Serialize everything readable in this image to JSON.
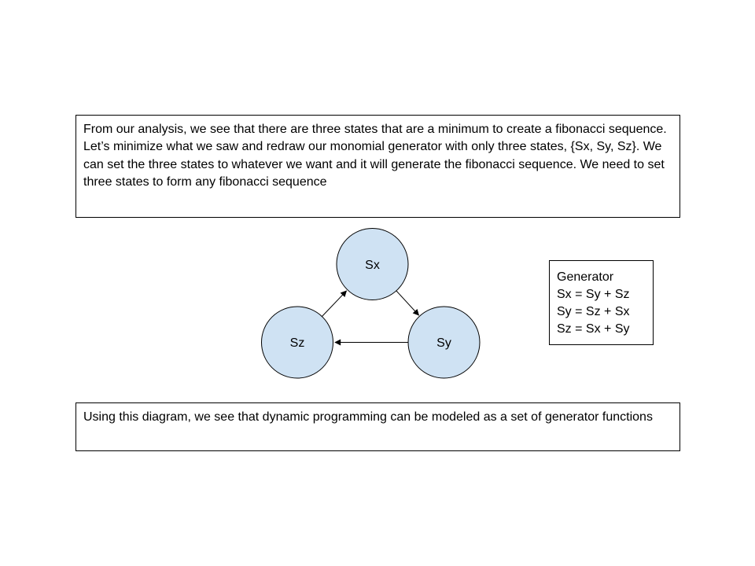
{
  "canvas": {
    "background": "#ffffff"
  },
  "top_text_box": {
    "text": "From our analysis, we see that there are three states that are a minimum to create a fibonacci sequence. Let’s minimize what we saw and redraw our monomial generator with only three states, {Sx, Sy, Sz}. We can set the three states to whatever we want and it will generate the fibonacci sequence. We need to set three states to form any fibonacci sequence"
  },
  "diagram": {
    "node_fill": "#cfe2f3",
    "node_stroke": "#000000",
    "edge_color": "#000000",
    "nodes": [
      {
        "id": "sx",
        "label": "Sx"
      },
      {
        "id": "sz",
        "label": "Sz"
      },
      {
        "id": "sy",
        "label": "Sy"
      }
    ],
    "edges": [
      {
        "from": "Sz",
        "to": "Sx"
      },
      {
        "from": "Sx",
        "to": "Sy"
      },
      {
        "from": "Sy",
        "to": "Sz"
      }
    ]
  },
  "generator_box": {
    "title": "Generator",
    "equations": [
      "Sx = Sy + Sz",
      "Sy = Sz + Sx",
      "Sz = Sx + Sy"
    ]
  },
  "bottom_text_box": {
    "text": "Using this diagram, we see that dynamic programming can be modeled as a set of generator functions"
  }
}
